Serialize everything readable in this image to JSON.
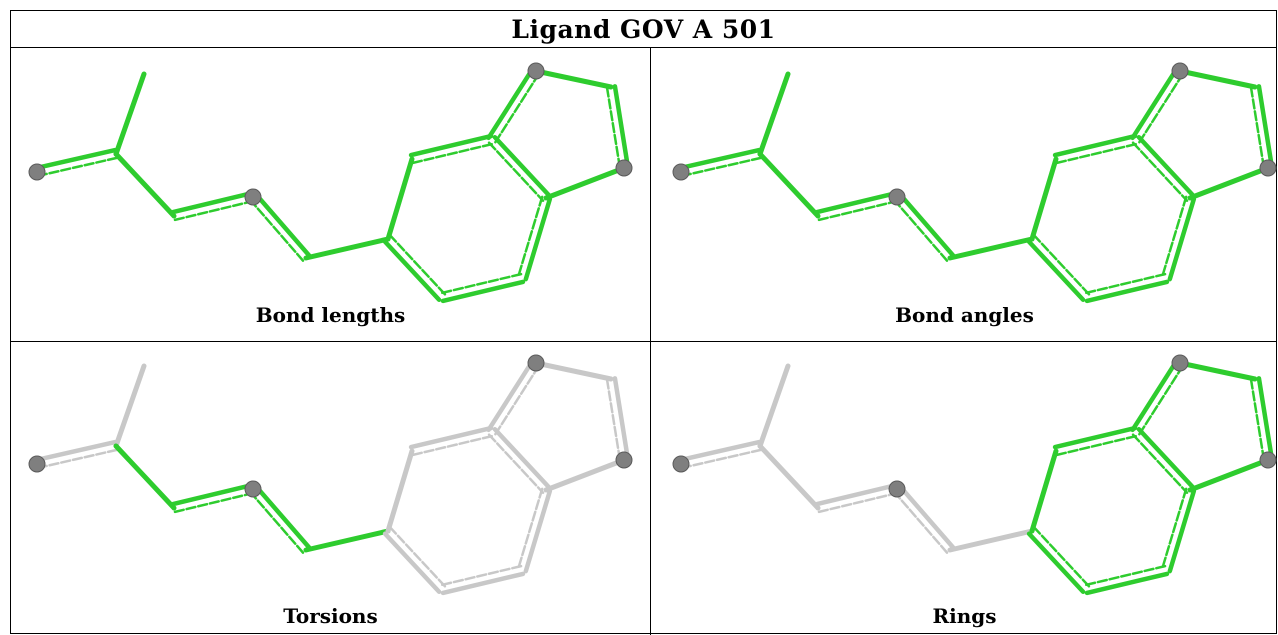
{
  "title": "Ligand GOV A 501",
  "colors": {
    "highlight": "#2ecc2e",
    "neutral": "#c8c8c8",
    "atom": "#7f7f7f"
  },
  "panels": [
    {
      "caption": "Bond lengths",
      "highlight": "bonds_all"
    },
    {
      "caption": "Bond angles",
      "highlight": "angles_all"
    },
    {
      "caption": "Torsions",
      "highlight": "torsions_chain"
    },
    {
      "caption": "Rings",
      "highlight": "rings_only"
    }
  ]
}
